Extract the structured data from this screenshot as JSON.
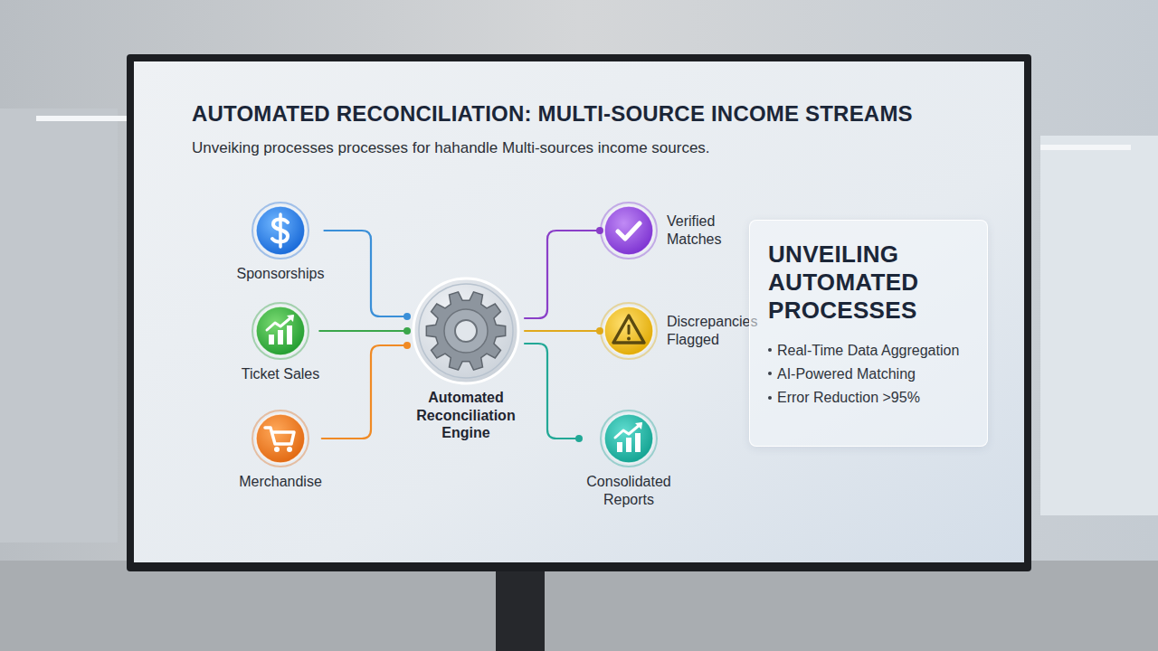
{
  "diagram": {
    "title": "AUTOMATED RECONCILIATION: MULTI-SOURCE INCOME STREAMS",
    "nodes": [
      {
        "text": [
          "Sponsorships"
        ]
      },
      {
        "text": [
          "Ticket Sales"
        ]
      },
      {
        "text": [
          "Merchandise"
        ]
      },
      {
        "text": [
          "Automated Reconciliation Engine"
        ]
      },
      {
        "text": [
          "Verified Matches"
        ]
      },
      {
        "text": [
          "Discrepancies Flagged"
        ]
      },
      {
        "text": [
          "Consolidated Reports"
        ]
      },
      {
        "text": [
          "UNVEILING AUTOMATED PROCESSES",
          "Real-Time Data Aggregation",
          "AI-Powered Matching",
          "Error Reduction >95%"
        ]
      }
    ],
    "edges": [
      {
        "from": 0,
        "to": 3,
        "arrow": "none"
      },
      {
        "from": 1,
        "to": 3,
        "arrow": "none"
      },
      {
        "from": 2,
        "to": 3,
        "arrow": "none"
      },
      {
        "from": 3,
        "to": 4,
        "arrow": "none"
      },
      {
        "from": 3,
        "to": 5,
        "arrow": "none"
      },
      {
        "from": 3,
        "to": 6,
        "arrow": "none"
      }
    ],
    "labels": [
      "Unveiking processes processes for hahandle Multi-sources income sources."
    ]
  }
}
